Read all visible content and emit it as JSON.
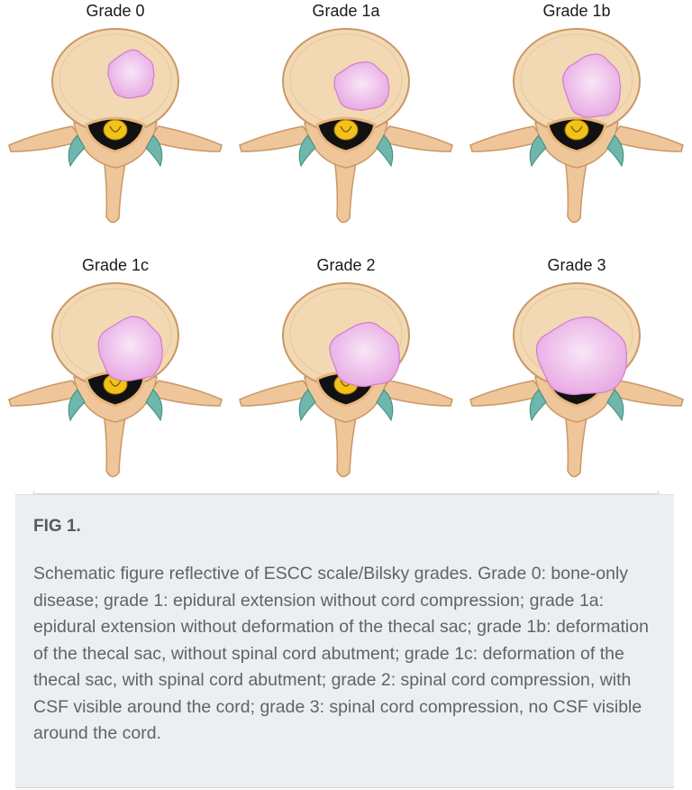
{
  "figure": {
    "panels": [
      {
        "label": "Grade 0",
        "tumor": "body"
      },
      {
        "label": "Grade 1a",
        "tumor": "epidural-small"
      },
      {
        "label": "Grade 1b",
        "tumor": "sac-deform"
      },
      {
        "label": "Grade 1c",
        "tumor": "cord-abut"
      },
      {
        "label": "Grade 2",
        "tumor": "cord-compress-csf"
      },
      {
        "label": "Grade 3",
        "tumor": "cord-compress-no-csf"
      }
    ],
    "colors": {
      "bone": "#efc69a",
      "bone_shadow": "#c99867",
      "vertebral_body": "#f3d8b4",
      "canal": "#111111",
      "cord": "#f2c21b",
      "joint": "#6fb6ac",
      "tumor": "#e7a6e3"
    }
  },
  "caption": {
    "label": "FIG 1.",
    "text": "Schematic figure reflective of ESCC scale/Bilsky grades. Grade 0: bone-only disease; grade 1: epidural extension without cord compression; grade 1a: epidural extension without deformation of the thecal sac; grade 1b: deformation of the thecal sac, without spinal cord abutment; grade 1c: deformation of the thecal sac, with spinal cord abutment; grade 2: spinal cord compression, with CSF visible around the cord; grade 3: spinal cord compression, no CSF visible around the cord."
  }
}
